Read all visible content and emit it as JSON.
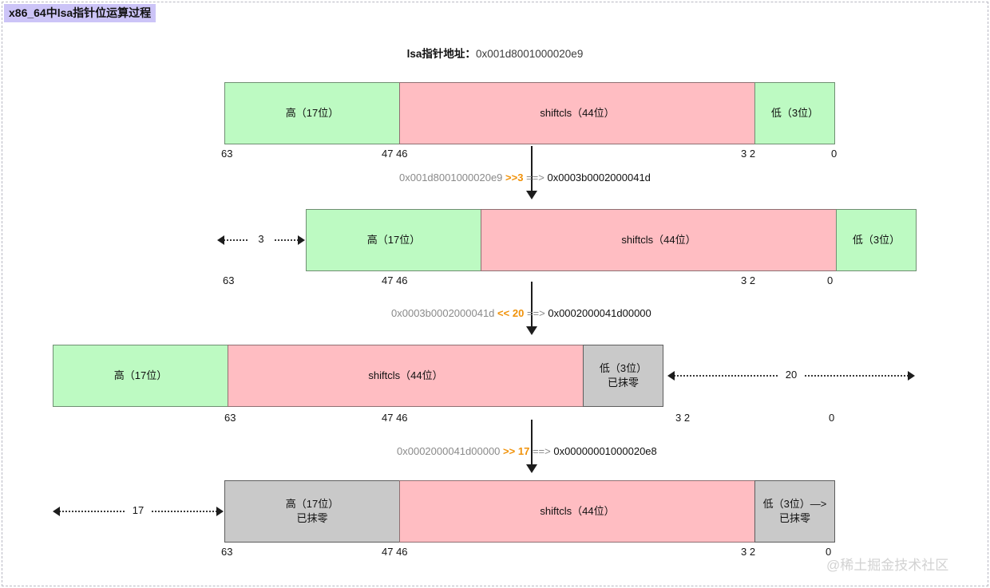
{
  "title_badge": "x86_64中lsa指针位运算过程",
  "header": {
    "label": "lsa指针地址：",
    "value": "0x001d8001000020e9"
  },
  "watermark": "@稀土掘金技术社区",
  "colors": {
    "green": "#bdfac2",
    "pink": "#ffbdc2",
    "gray": "#c9c9c9",
    "badge": "#ccc4f7",
    "shift_accent": "#f0920a"
  },
  "rows": [
    {
      "id": "row1",
      "cells": [
        {
          "text": "高（17位）",
          "style": "green"
        },
        {
          "text": "shiftcls（44位）",
          "style": "pink"
        },
        {
          "text": "低（3位）",
          "style": "green"
        }
      ],
      "bitnums": [
        "63",
        "47 46",
        "3 2",
        "0"
      ]
    },
    {
      "id": "row2",
      "cells": [
        {
          "text": "高（17位）",
          "style": "green"
        },
        {
          "text": "shiftcls（44位）",
          "style": "pink"
        },
        {
          "text": "低（3位）",
          "style": "green"
        }
      ],
      "bitnums": [
        "63",
        "47 46",
        "3 2",
        "0"
      ],
      "measure": {
        "label": "3",
        "side": "left"
      }
    },
    {
      "id": "row3",
      "cells": [
        {
          "text": "高（17位）",
          "style": "green"
        },
        {
          "text": "shiftcls（44位）",
          "style": "pink"
        },
        {
          "text": "低（3位）",
          "text2": "已抹零",
          "style": "gray"
        }
      ],
      "bitnums": [
        "63",
        "47 46",
        "3 2",
        "0"
      ],
      "measure": {
        "label": "20",
        "side": "right"
      }
    },
    {
      "id": "row4",
      "cells": [
        {
          "text": "高（17位）",
          "text2": "已抹零",
          "style": "gray"
        },
        {
          "text": "shiftcls（44位）",
          "style": "pink"
        },
        {
          "text": "低（3位）—>已抹零",
          "style": "gray"
        }
      ],
      "bitnums": [
        "63",
        "47 46",
        "3 2",
        "0"
      ],
      "measure": {
        "label": "17",
        "side": "left"
      }
    }
  ],
  "operations": [
    {
      "id": "op1",
      "from": "0x001d8001000020e9",
      "shift": ">>3",
      "arrow": "==>",
      "to": "0x0003b0002000041d"
    },
    {
      "id": "op2",
      "from": "0x0003b0002000041d",
      "shift": "<< 20",
      "arrow": "==>",
      "to": "0x0002000041d00000"
    },
    {
      "id": "op3",
      "from": "0x0002000041d00000",
      "shift": ">> 17",
      "arrow": "==>",
      "to": "0x00000001000020e8"
    }
  ]
}
